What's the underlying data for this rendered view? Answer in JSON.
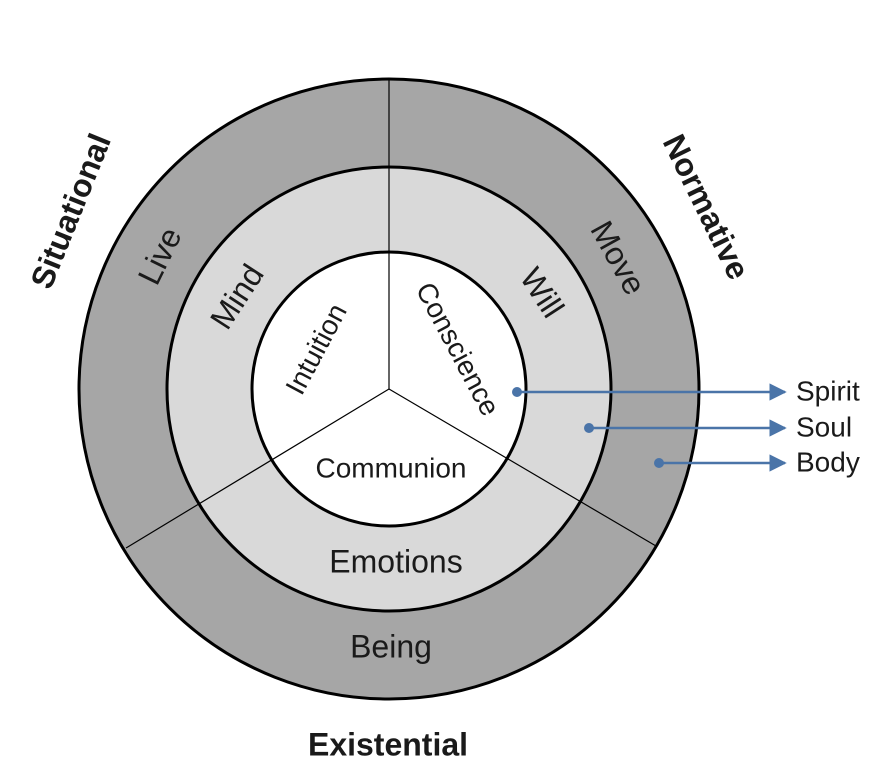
{
  "perspectives": {
    "situational": "Situational",
    "normative": "Normative",
    "existential": "Existential"
  },
  "outer_ring": {
    "situational": "Live",
    "normative": "Move",
    "existential": "Being"
  },
  "middle_ring": {
    "situational": "Mind",
    "normative": "Will",
    "existential": "Emotions"
  },
  "inner_circle": {
    "situational": "Intuition",
    "normative": "Conscience",
    "existential": "Communion"
  },
  "key": {
    "spirit": "Spirit",
    "soul": "Soul",
    "body": "Body"
  },
  "colors": {
    "outer_ring": "#a6a6a6",
    "middle_ring": "#d9d9d9",
    "inner_circle": "#ffffff",
    "pointer": "#4a74a8"
  }
}
